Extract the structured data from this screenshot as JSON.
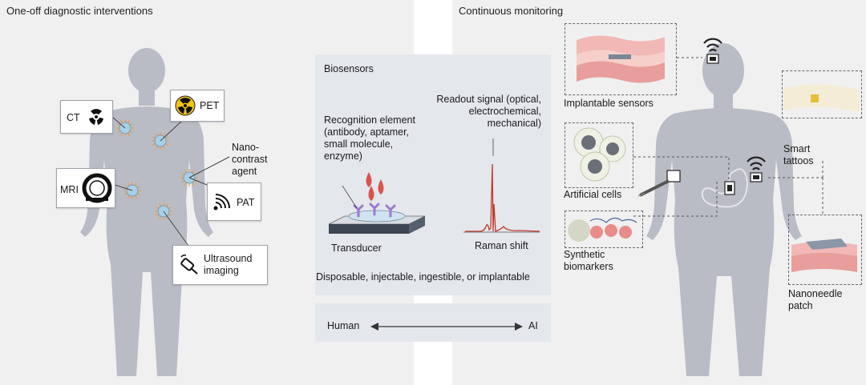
{
  "left_panel": {
    "title": "One-off diagnostic interventions",
    "callouts": {
      "ct": "CT",
      "pet": "PET",
      "mri": "MRI",
      "pat": "PAT",
      "ultrasound": "Ultrasound imaging"
    },
    "nano_contrast": "Nano-contrast agent"
  },
  "center_panel": {
    "title": "Biosensors",
    "recognition": "Recognition element (antibody, aptamer, small molecule, enzyme)",
    "readout": "Readout signal (optical, electrochemical, mechanical)",
    "transducer": "Transducer",
    "raman": "Raman shift",
    "disposable": "Disposable, injectable, ingestible, or implantable",
    "human": "Human",
    "ai": "AI"
  },
  "right_panel": {
    "title": "Continuous monitoring",
    "implantable": "Implantable sensors",
    "artificial_cells": "Artificial cells",
    "synthetic_biomarkers": "Synthetic biomarkers",
    "smart_tattoos": "Smart tattoos",
    "nanoneedle": "Nanoneedle patch"
  },
  "colors": {
    "body": "#b9bcc5",
    "panel_bg": "#f0f0f0",
    "center_bg": "#e4e7ec",
    "nanoparticle": "#a9cfe6",
    "spike": "#e0a25c",
    "blood": "#d9534f",
    "signal": "#c0392b",
    "tissue_pink": "#f2b8b5"
  }
}
